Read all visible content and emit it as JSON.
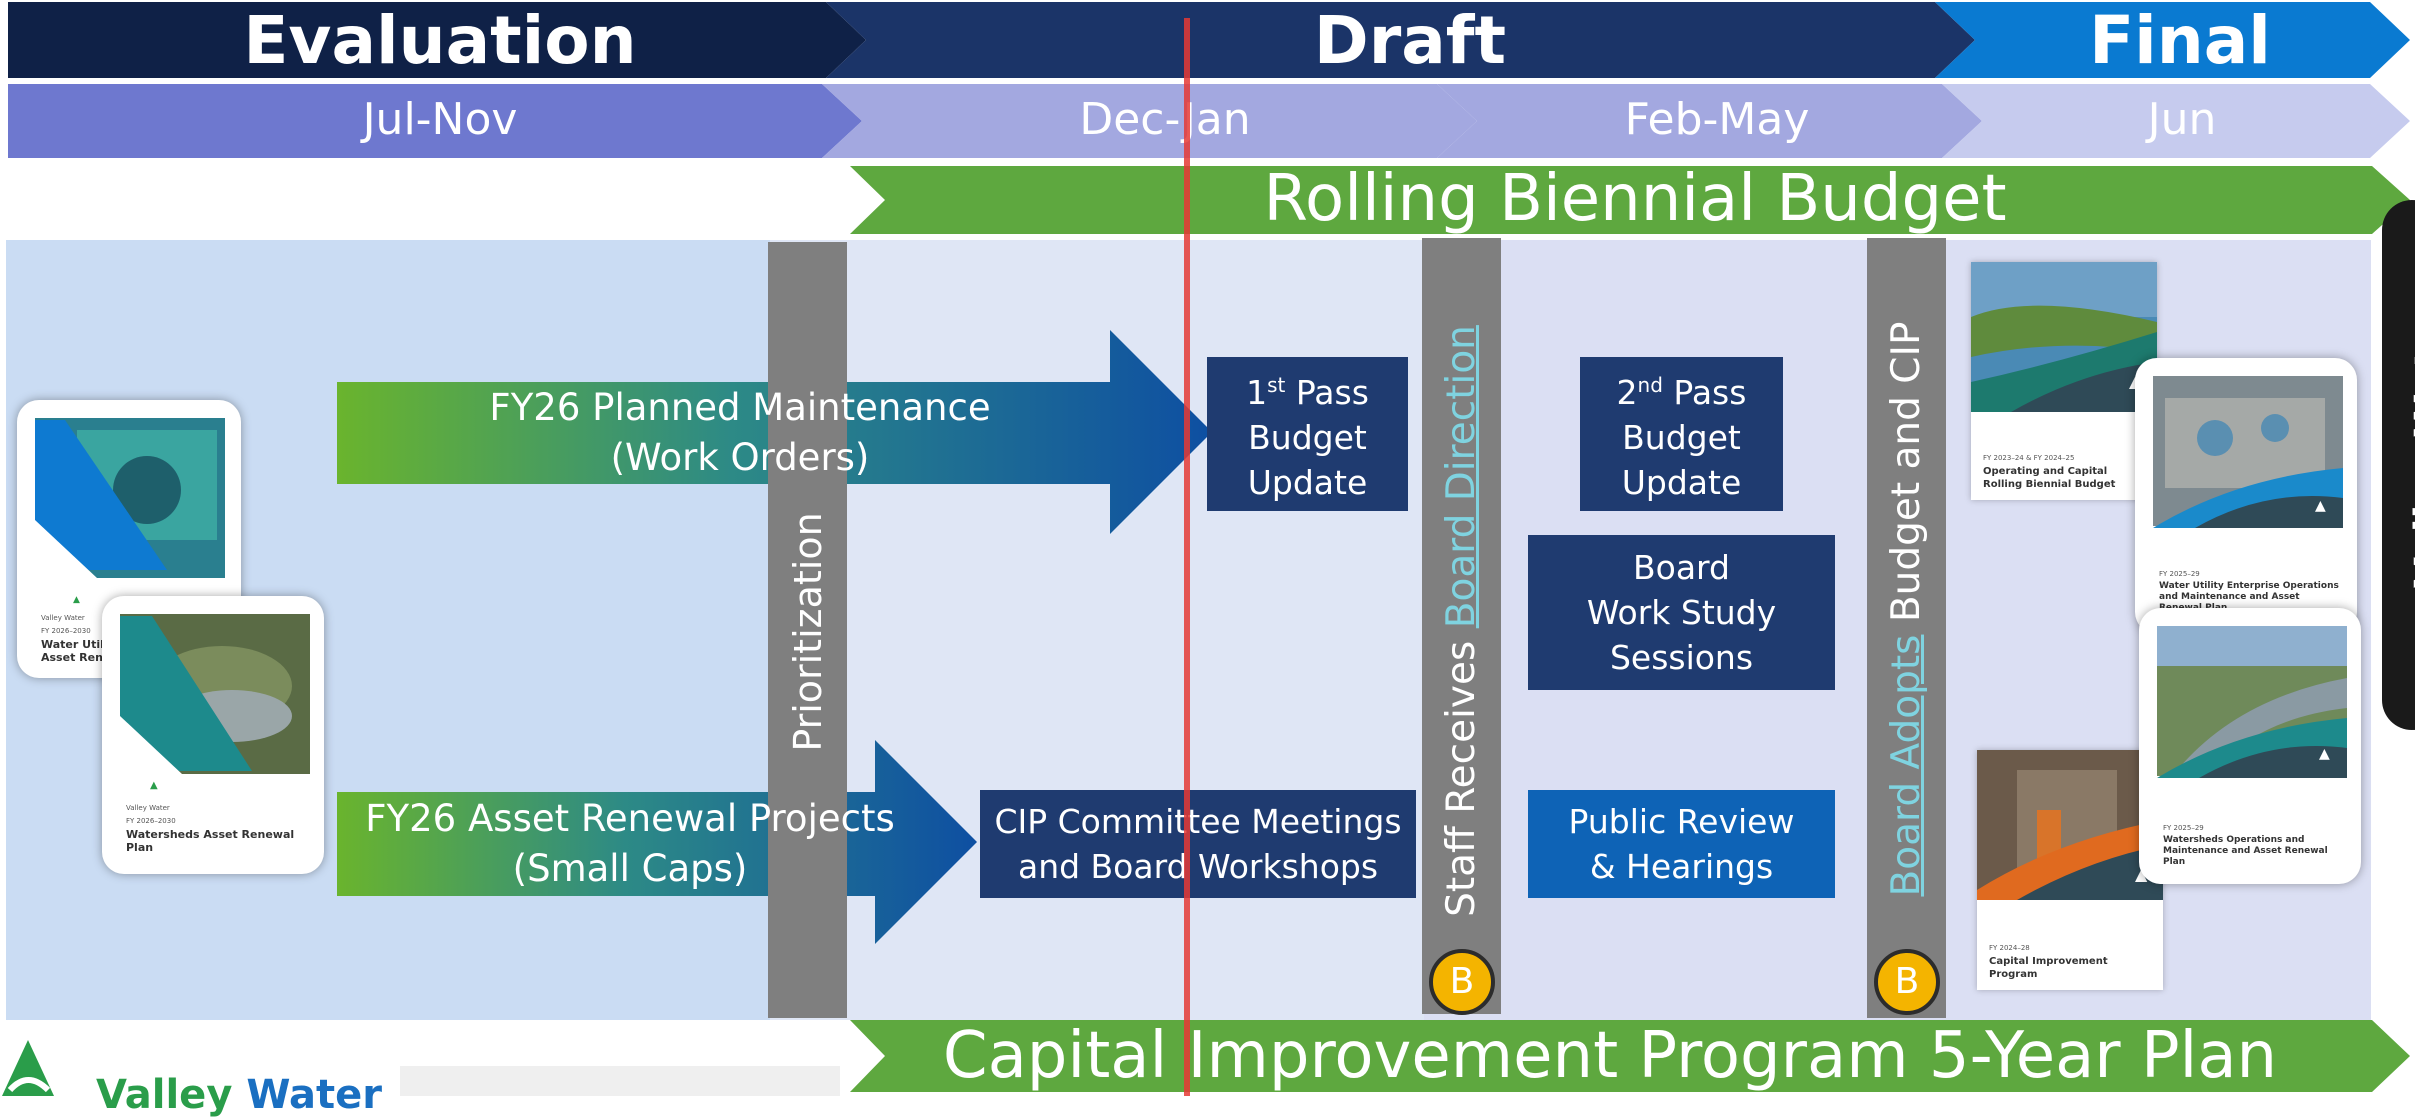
{
  "phases": [
    {
      "label": "Evaluation",
      "color": "#0f2147"
    },
    {
      "label": "Draft",
      "color": "#1b3468"
    },
    {
      "label": "Final",
      "color": "#0a7ad1"
    }
  ],
  "periods": [
    {
      "label": "Jul-Nov",
      "color": "#6e78cf"
    },
    {
      "label": "Dec-Jan",
      "color": "#a3a8e0"
    },
    {
      "label": "Feb-May",
      "color": "#a3a8e0"
    },
    {
      "label": "Jun",
      "color": "#c6cbee"
    }
  ],
  "banners": {
    "top": "Rolling Biennial Budget",
    "bottom": "Capital Improvement Program 5-Year Plan",
    "color": "#5ea83f"
  },
  "arrows": {
    "maintenance": {
      "line1": "FY26 Planned Maintenance",
      "line2": "(Work Orders)"
    },
    "renewal": {
      "line1": "FY26 Asset Renewal Projects",
      "line2": "(Small Caps)"
    }
  },
  "bars": {
    "prioritization": "Prioritization",
    "staff": {
      "prefix": "Staff Receives ",
      "highlight": "Board Direction"
    },
    "adopt": {
      "highlight": "Board Adopts",
      "suffix": " Budget and CIP"
    },
    "badge": "B"
  },
  "boxes": {
    "first_pass": {
      "num": "1",
      "sup": "st",
      "word": " Pass",
      "l2": "Budget",
      "l3": "Update"
    },
    "second_pass": {
      "num": "2",
      "sup": "nd",
      "word": " Pass",
      "l2": "Budget",
      "l3": "Update"
    },
    "work_study": {
      "l1": "Board",
      "l2": "Work Study",
      "l3": "Sessions"
    },
    "cip_committee": {
      "l1": "CIP Committee Meetings",
      "l2": "and Board Workshops"
    },
    "public_review": {
      "l1": "Public Review",
      "l2": "& Hearings"
    }
  },
  "documents": {
    "wue_left": {
      "title": "Water Utility Enterprise",
      "title2": "Asset Renewal Plan",
      "year": "FY 2026–2030",
      "brand": "Valley Water"
    },
    "watersheds_left": {
      "title": "Watersheds Asset Renewal Plan",
      "year": "FY 2026–2030",
      "brand": "Valley Water"
    },
    "rolling_budget": {
      "year": "FY 2023–24 & FY 2024–25",
      "title": "Operating and Capital Rolling Biennial Budget"
    },
    "wue_right": {
      "year": "FY 2025–29",
      "title": "Water Utility Enterprise Operations and Maintenance and Asset Renewal Plan"
    },
    "watersheds_right": {
      "year": "FY 2025–29",
      "title": "Watersheds Operations and Maintenance and Asset Renewal Plan"
    },
    "cip": {
      "year": "FY 2024–28",
      "title": "Capital Improvement Program"
    }
  },
  "logo": {
    "part1": "Valley ",
    "part2": "Water"
  },
  "edge_tab_text": "Valley Water",
  "colors": {
    "panel_left": "#cadcf3",
    "panel_mid": "#dfe6f5",
    "panel_right": "#dbdff3",
    "gray_bar": "#7f7f7f",
    "box": "#1f3b70",
    "box_blue": "#0e63b6",
    "highlight": "#7fd3e0",
    "red_line": "#e53935"
  }
}
